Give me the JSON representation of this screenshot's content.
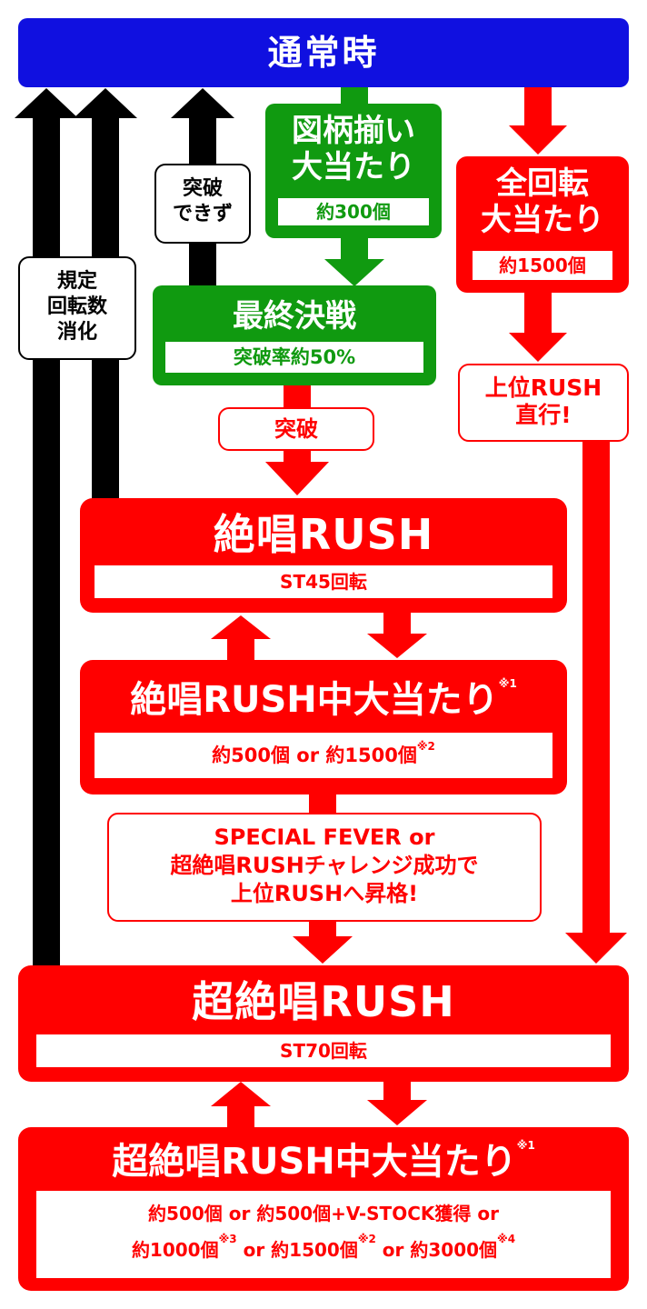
{
  "normal": {
    "title": "通常時"
  },
  "green_win": {
    "line1": "図柄揃い",
    "line2": "大当たり",
    "payout": "約300個"
  },
  "final_battle": {
    "title": "最終決戦",
    "rate": "突破率約50%"
  },
  "breakthrough": {
    "label": "突破"
  },
  "fail": {
    "line1": "突破",
    "line2": "できず"
  },
  "spin_limit": {
    "line1": "規定",
    "line2": "回転数",
    "line3": "消化"
  },
  "full_rotation": {
    "line1": "全回転",
    "line2": "大当たり",
    "payout": "約1500個"
  },
  "direct_upper": {
    "line1": "上位RUSH",
    "line2": "直行!"
  },
  "zessho_rush": {
    "title": "絶唱RUSH",
    "spins": "ST45回転"
  },
  "zessho_rush_win": {
    "title": "絶唱RUSH中大当たり",
    "title_note": "※1",
    "payout_a": "約500個",
    "or1": " or ",
    "payout_b": "約1500個",
    "payout_b_note": "※2"
  },
  "promotion": {
    "line1": "SPECIAL FEVER or",
    "line2": "超絶唱RUSHチャレンジ成功で",
    "line3": "上位RUSHへ昇格!"
  },
  "super_rush": {
    "title": "超絶唱RUSH",
    "spins": "ST70回転"
  },
  "super_rush_win": {
    "title": "超絶唱RUSH中大当たり",
    "title_note": "※1",
    "line1": "約500個 or 約500個+V-STOCK獲得 or",
    "p1": "約1000個",
    "p1_note": "※3",
    "or_a": " or ",
    "p2": "約1500個",
    "p2_note": "※2",
    "or_b": " or ",
    "p3": "約3000個",
    "p3_note": "※4"
  },
  "colors": {
    "blue": "#1010e0",
    "green": "#109a10",
    "red": "#ff0000",
    "black": "#000000"
  }
}
